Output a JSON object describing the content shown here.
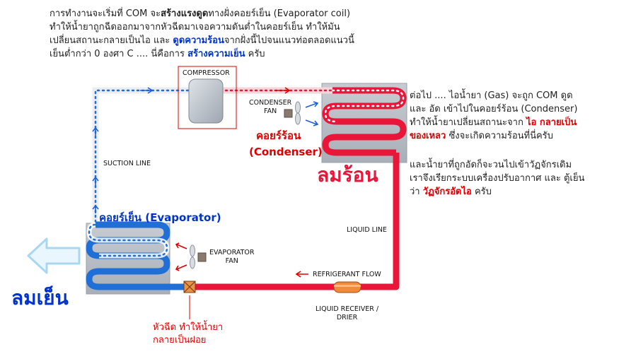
{
  "intro": {
    "line1_a": "การทำงานจะเริ่มที่ COM จะ",
    "line1_b": "สร้างแรงดูด",
    "line1_c": "ทางฝั่งคอยร์เย็น (Evaporator coil)",
    "line2": "ทำให้น้ำยาถูกฉีดออกมาจากหัวฉีดมาเจอความดันต่ำในคอยร์เย็น ทำให้มัน",
    "line3_a": "เปลี่ยนสถานะกลายเป็นไอ และ ",
    "line3_b": "ดูดความร้อน",
    "line3_c": "จากฝั่งนี้ไปจนแนวท่อตลอดแนวนี้",
    "line4_a": "เย็นต่ำกว่า 0 องศา C .... นี่คือการ ",
    "line4_b": "สร้างความเย็น",
    "line4_c": " ครับ"
  },
  "right_text": {
    "p1_line1": "ต่อไป .... ไอน้ำยา (Gas) จะถูก COM ดูด",
    "p1_line2": "และ อัด เข้าไปในคอยร์ร้อน (Condenser)",
    "p1_line3_a": "ทำให้น้ำยาเปลี่ยนสถานะจาก ",
    "p1_line3_b": "ไอ กลายเป็น",
    "p1_line4_a": "ของเหลว",
    "p1_line4_b": "  ซึ่งจะเกิดความร้อนที่นี่ครับ",
    "p2_line1": "และน้ำยาที่ถูกอัดก็จะวนไปเข้าวัฏจักรเดิม",
    "p2_line2": "เราจึงเรียกระบบเครื่องปรับอากาศ และ ตู้เย็น",
    "p2_line3_a": "ว่า ",
    "p2_line3_b": "วัฏจักรอัดไอ",
    "p2_line3_c": " ครับ"
  },
  "labels": {
    "compressor": "COMPRESSOR",
    "condenser_fan_1": "CONDENSER",
    "condenser_fan_2": "FAN",
    "condenser_th": "คอยร์ร้อน",
    "condenser_en": "(Condenser)",
    "hot_air": "ลมร้อน",
    "suction_line": "SUCTION LINE",
    "evaporator": "คอยร์เย็น (Evaporator)",
    "liquid_line": "LIQUID LINE",
    "evaporator_fan_1": "EVAPORATOR",
    "evaporator_fan_2": "FAN",
    "refrigerant_flow": "REFRIGERANT FLOW",
    "liquid_receiver_1": "LIQUID RECEIVER /",
    "liquid_receiver_2": "DRIER",
    "cold_air": "ลมเย็น",
    "nozzle_1": "หัวฉีด ทำให้น้ำยา",
    "nozzle_2": "กลายเป็นฝอย"
  },
  "colors": {
    "hot_pipe": "#e8173a",
    "cold_pipe": "#1f6fd6",
    "coil_box": "#b9bfc7",
    "arrow_hot": "#e00000",
    "arrow_cold": "#1a5fe0",
    "cold_air_arrow": "#a9d7f2",
    "highlight_blue": "#0033cc",
    "highlight_red": "#e00000"
  }
}
